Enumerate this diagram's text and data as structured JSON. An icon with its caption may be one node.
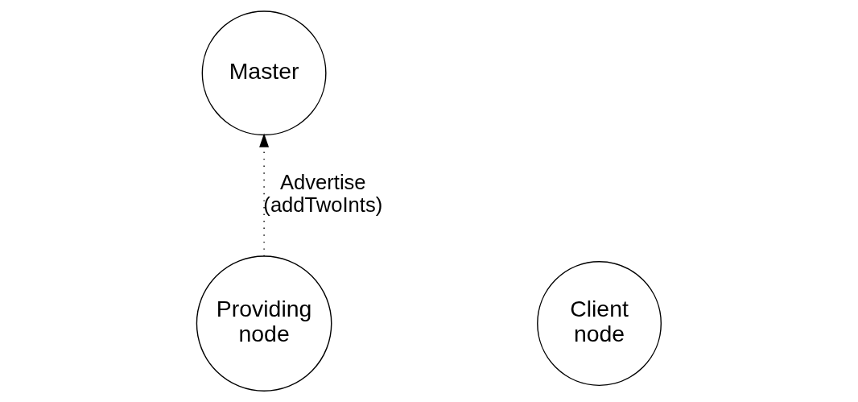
{
  "diagram": {
    "nodes": [
      {
        "text": [
          "Master"
        ]
      },
      {
        "text": [
          "Providing node"
        ]
      },
      {
        "text": [
          "Client node"
        ]
      }
    ],
    "edges": [
      {
        "from": 1,
        "to": 0,
        "arrow": "to",
        "label": "Advertise (addTwoInts)",
        "style": "dashed"
      }
    ]
  }
}
